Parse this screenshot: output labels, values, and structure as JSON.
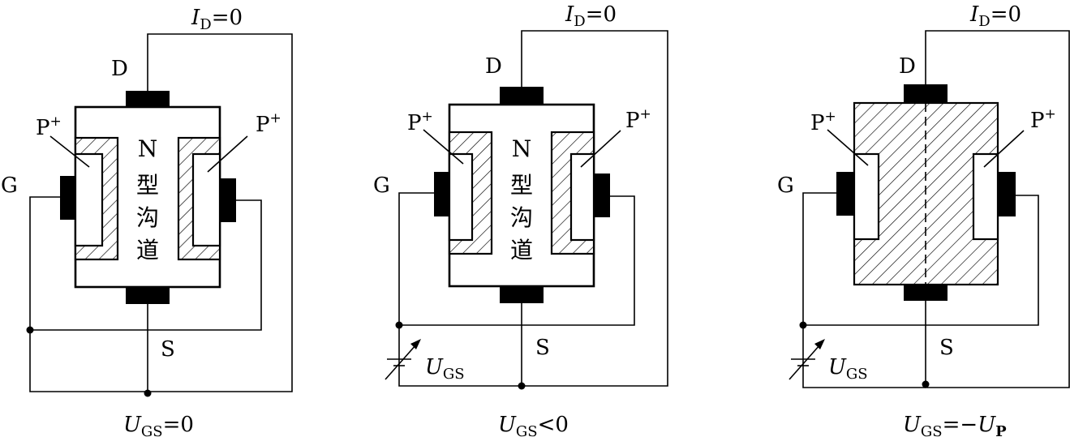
{
  "labels": {
    "drain": "D",
    "source": "S",
    "gate": "G",
    "p_plus": "P",
    "plus_sign": "+",
    "channel_line1": "N",
    "channel_line2": "型",
    "channel_line3": "沟",
    "channel_line4": "道",
    "id_sym": "I",
    "id_sub": "D",
    "id_value": "=0",
    "ugs_sym": "U",
    "ugs_sub": "GS"
  },
  "panels": [
    {
      "name": "panel-ugs-zero",
      "condition_rest": "=0"
    },
    {
      "name": "panel-ugs-negative",
      "condition_rest": "<0"
    },
    {
      "name": "panel-ugs-pinchoff",
      "condition_rest": "=−",
      "up_sym": "U",
      "up_sub": "P"
    }
  ],
  "colors": {
    "ink": "#000000",
    "background": "#ffffff"
  }
}
